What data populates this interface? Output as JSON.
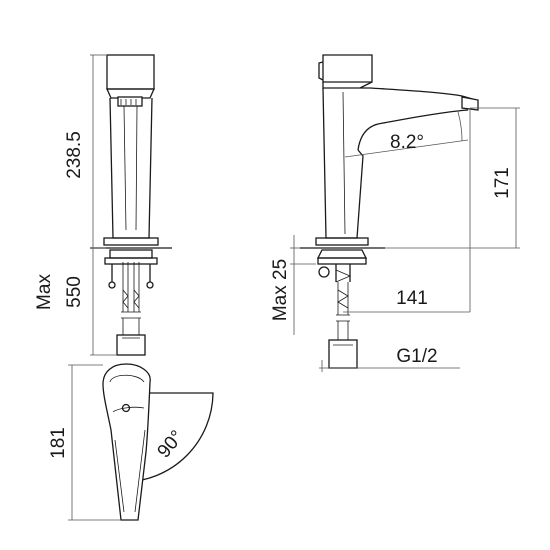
{
  "dimensions": {
    "height_front": "238.5",
    "max_hose": "Max",
    "max_hose_value": "550",
    "height_base": "181",
    "spout_angle": "8.2°",
    "spout_height": "171",
    "max_deck": "Max 25",
    "reach": "141",
    "thread": "G1/2",
    "rotation": "90°"
  },
  "colors": {
    "line": "#1a1a1a",
    "dimension": "#555555",
    "background": "#ffffff"
  }
}
